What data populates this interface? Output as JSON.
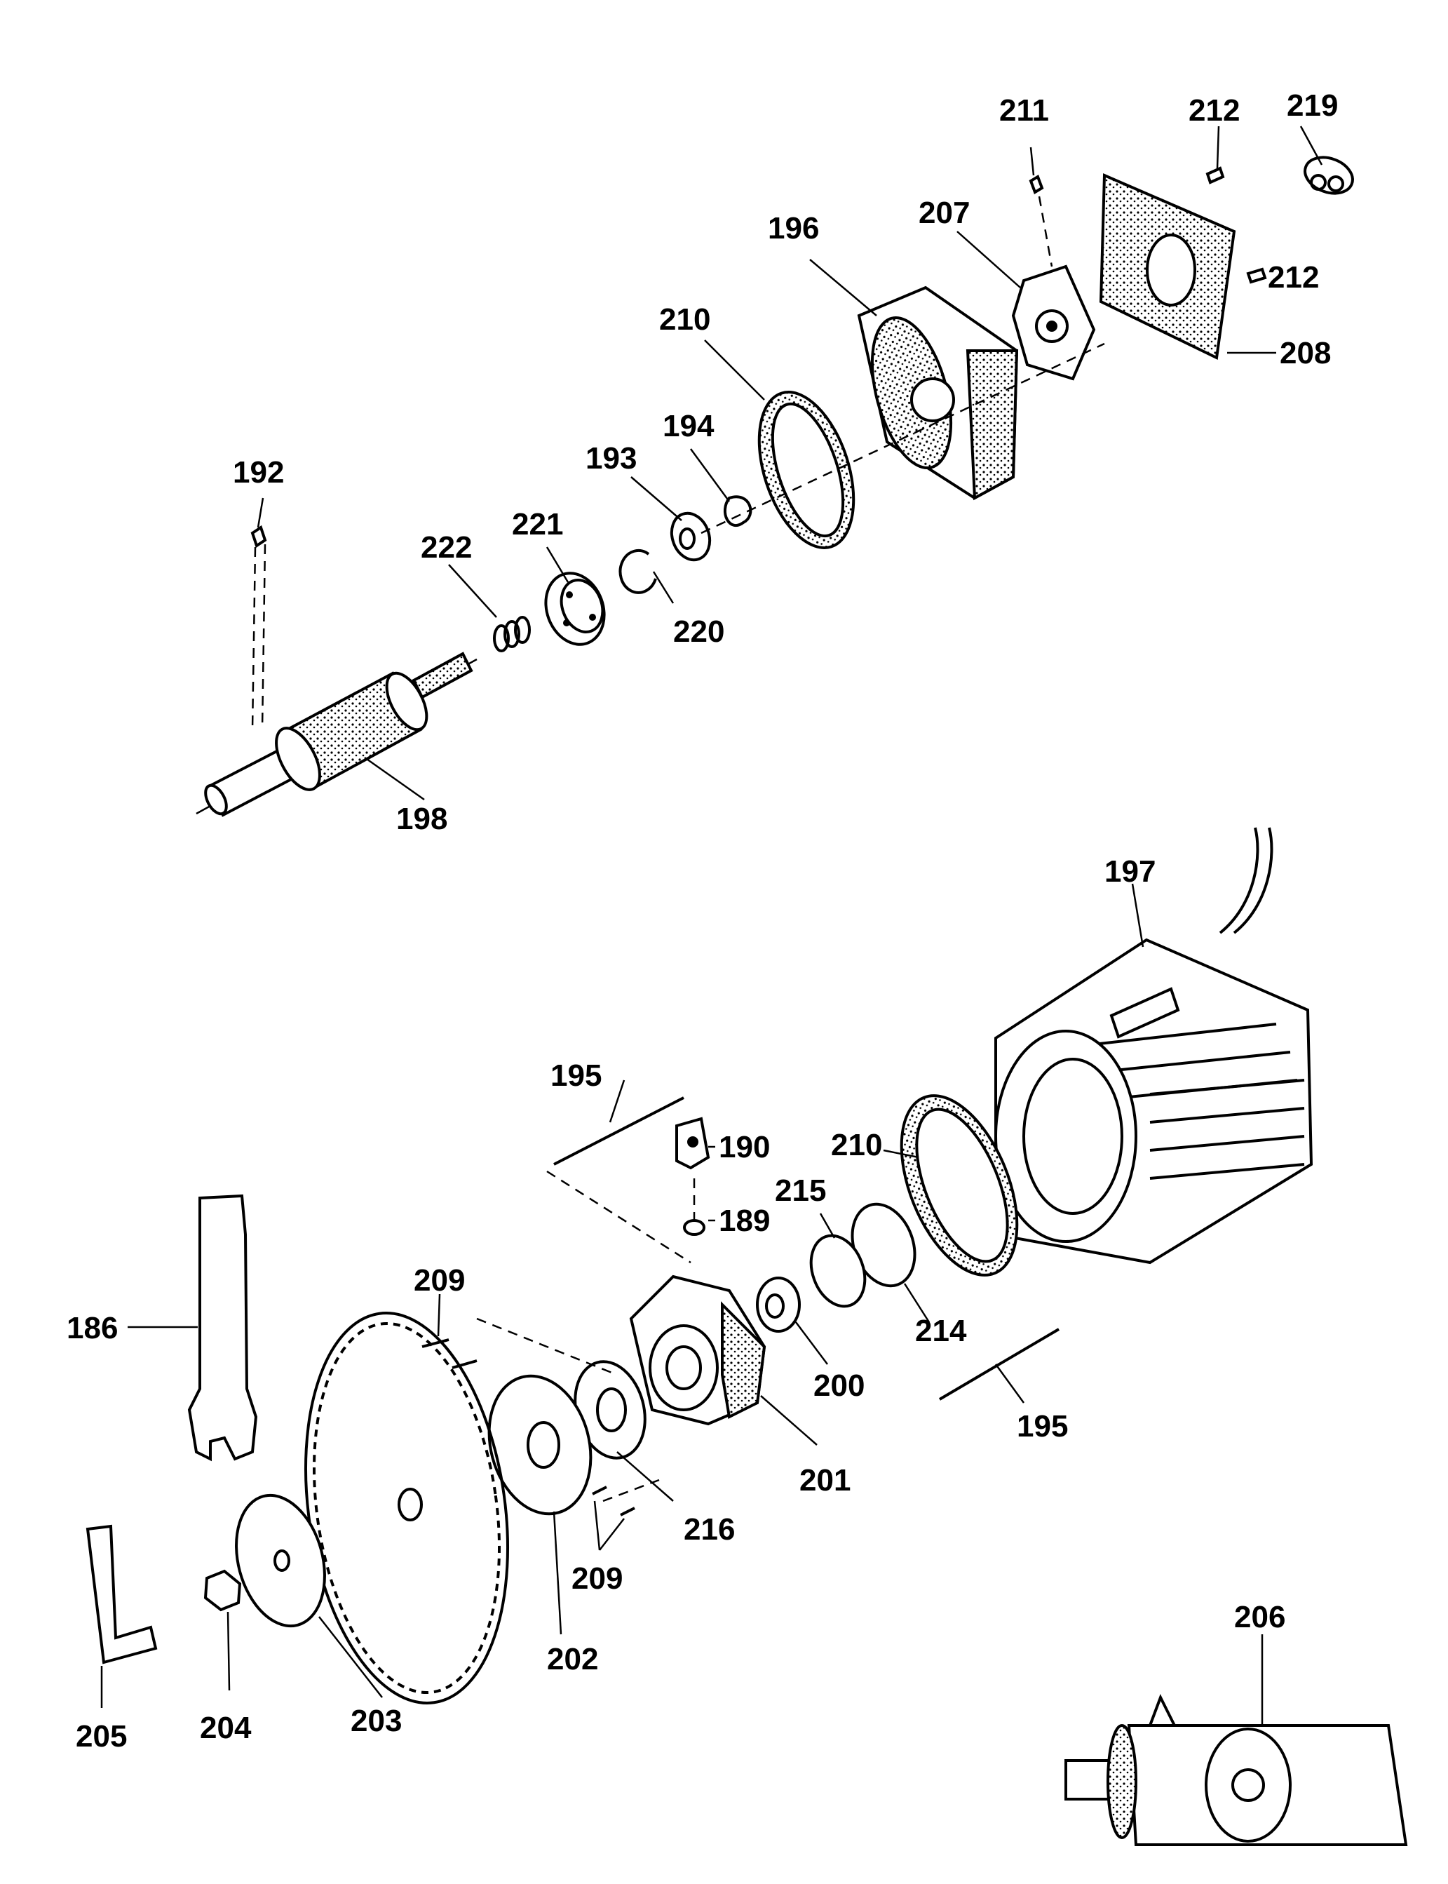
{
  "labels": {
    "l186": "186",
    "l189": "189",
    "l190": "190",
    "l192": "192",
    "l193": "193",
    "l194": "194",
    "l195a": "195",
    "l195b": "195",
    "l196": "196",
    "l197": "197",
    "l198": "198",
    "l200": "200",
    "l201": "201",
    "l202": "202",
    "l203": "203",
    "l204": "204",
    "l205": "205",
    "l206": "206",
    "l207": "207",
    "l208": "208",
    "l209a": "209",
    "l209b": "209",
    "l210a": "210",
    "l210b": "210",
    "l211": "211",
    "l212a": "212",
    "l212b": "212",
    "l214": "214",
    "l215": "215",
    "l216": "216",
    "l219": "219",
    "l220": "220",
    "l221": "221",
    "l222": "222"
  }
}
